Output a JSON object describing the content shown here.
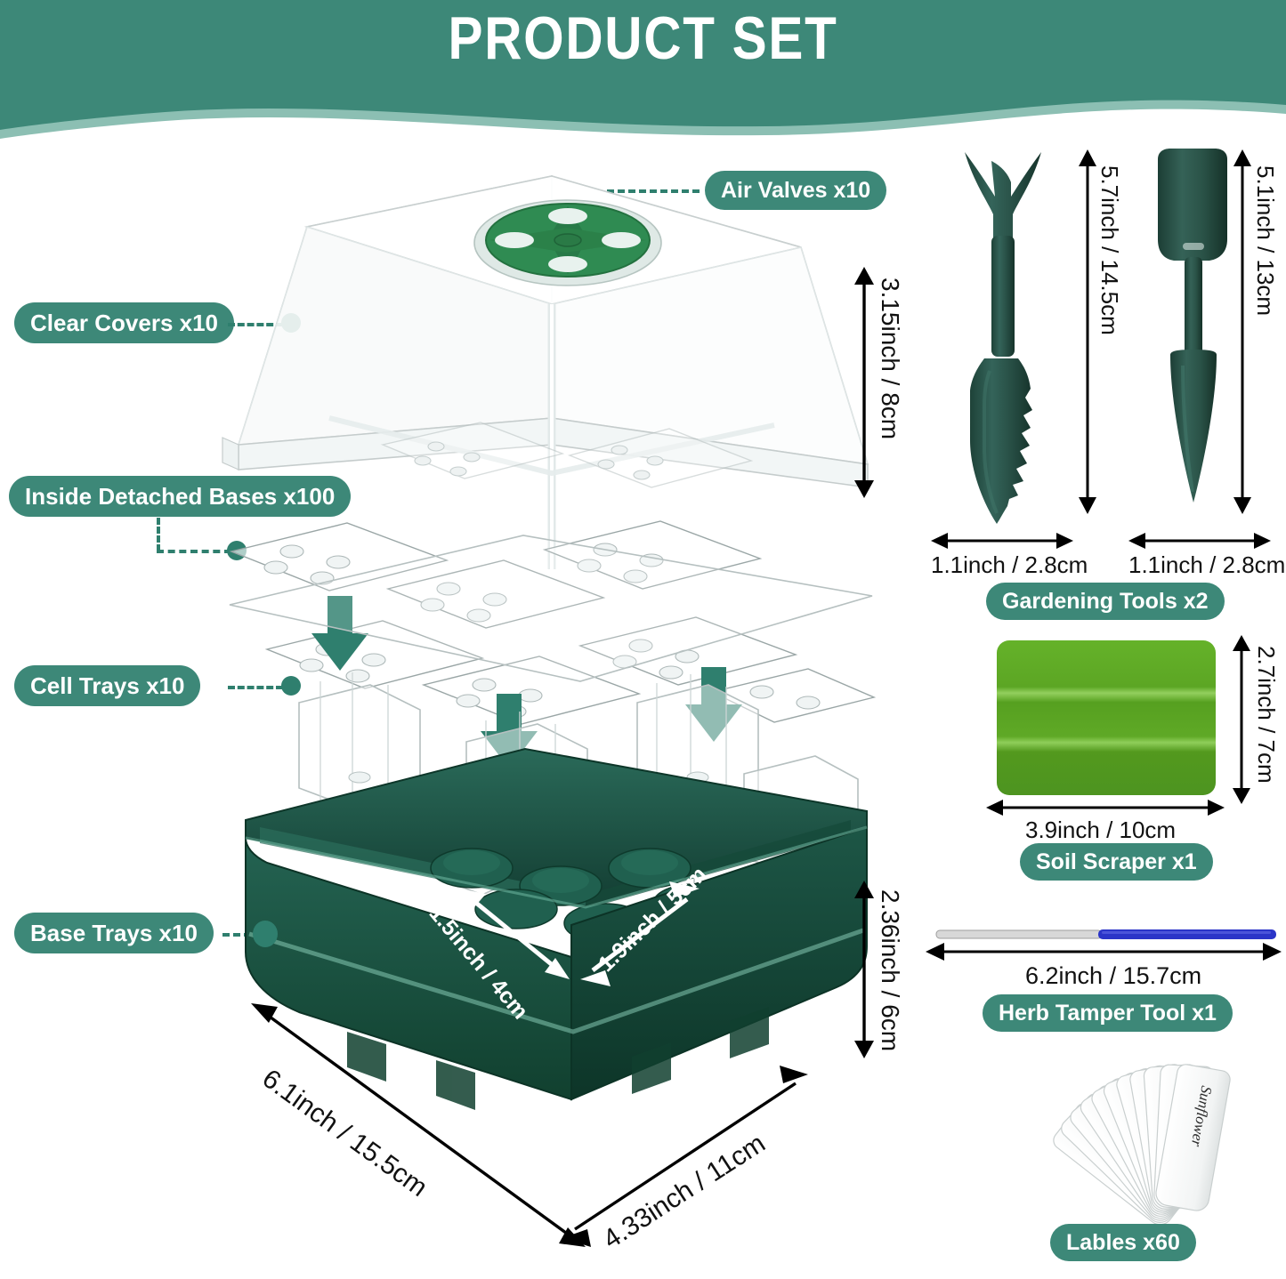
{
  "header": {
    "title": "PRODUCT SET",
    "bg_color": "#3d8878",
    "wave_color": "#8cbfb3"
  },
  "theme": {
    "pill_bg": "#3d8878",
    "pill_text": "#ffffff",
    "connector": "#2f7f6e",
    "tray_green": "#1e5244",
    "tool_green": "#2a4f45",
    "scraper_green": "#62ad2a",
    "tamper_blue": "#2b35c8",
    "tamper_silver": "#cfcfcf",
    "arrow_green": "#2f7f6e"
  },
  "left_labels": [
    {
      "id": "clear-covers",
      "text": "Clear Covers x10"
    },
    {
      "id": "inside-bases",
      "text": "Inside Detached Bases x100"
    },
    {
      "id": "cell-trays",
      "text": "Cell Trays x10"
    },
    {
      "id": "base-trays",
      "text": "Base Trays x10"
    }
  ],
  "callouts": {
    "air_valves": "Air Valves x10"
  },
  "right_labels": [
    {
      "id": "gardening-tools",
      "text": "Gardening Tools x2"
    },
    {
      "id": "soil-scraper",
      "text": "Soil Scraper x1"
    },
    {
      "id": "herb-tamper",
      "text": "Herb Tamper Tool x1"
    },
    {
      "id": "labels",
      "text": "Lables x60"
    }
  ],
  "dimensions": {
    "cover_height": "3.15inch / 8cm",
    "tray_height": "2.36inch / 6cm",
    "tray_length": "6.1inch / 15.5cm",
    "tray_width": "4.33inch / 11cm",
    "cell_depth": "1.5inch / 4cm",
    "cell_width": "1.9inch / 5cm",
    "tool1_height": "5.7inch / 14.5cm",
    "tool1_width": "1.1inch / 2.8cm",
    "tool2_height": "5.1inch / 13cm",
    "tool2_width": "1.1inch / 2.8cm",
    "scraper_height": "2.7inch / 7cm",
    "scraper_width": "3.9inch / 10cm",
    "tamper_length": "6.2inch / 15.7cm"
  },
  "label_card": {
    "sample_text": "Sunflower"
  }
}
